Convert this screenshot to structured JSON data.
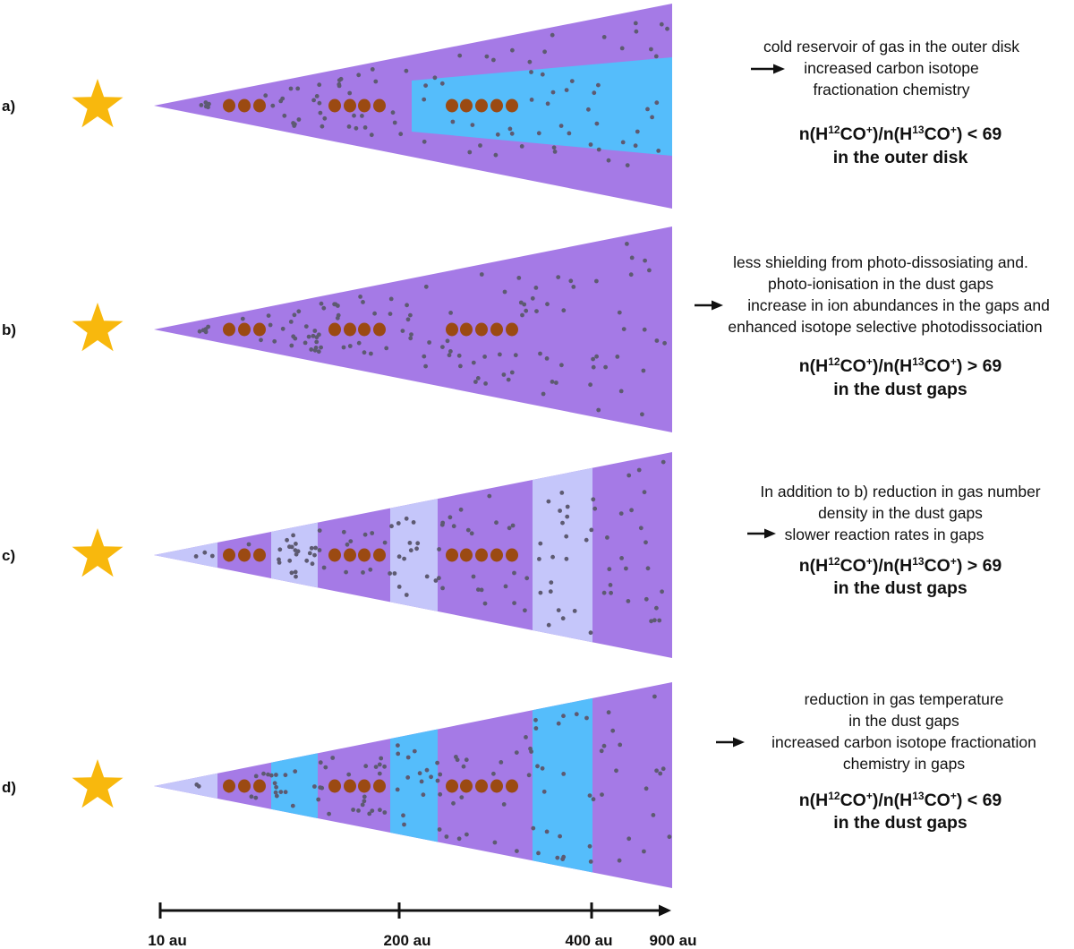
{
  "colors": {
    "disk": "#a57ae6",
    "cold_gas": "#55bdfb",
    "low_density_gap": "#c5c6fa",
    "cold_gap": "#55bdfb",
    "star": "#f8b80d",
    "dust_grain": "#9b4a12",
    "gas_dot": "#5d5a71",
    "text": "#111111"
  },
  "panels": [
    {
      "label": "a)",
      "star_icon": "star-icon",
      "description": [
        "cold reservoir of gas in the outer disk",
        "increased carbon isotope",
        "fractionation chemistry"
      ],
      "ratio": "n(H12CO+)/n(H13CO+) < 69",
      "ratio_parts": {
        "pre": "n(H",
        "iso1": "12",
        "mid": "CO",
        "plus1": "+",
        "mid2": ")/n(H",
        "iso2": "13",
        "mid3": "CO",
        "plus2": "+",
        "post": ") < 69"
      },
      "conclusion": "in the outer disk"
    },
    {
      "label": "b)",
      "star_icon": "star-icon",
      "description": [
        "less shielding from photo-dissosiating and.",
        "photo-ionisation in the dust gaps",
        "increase in ion abundances in the gaps and",
        "enhanced isotope selective photodissociation"
      ],
      "ratio": "n(H12CO+)/n(H13CO+) > 69",
      "ratio_parts": {
        "pre": "n(H",
        "iso1": "12",
        "mid": "CO",
        "plus1": "+",
        "mid2": ")/n(H",
        "iso2": "13",
        "mid3": "CO",
        "plus2": "+",
        "post": ") > 69"
      },
      "conclusion": "in the dust gaps"
    },
    {
      "label": "c)",
      "star_icon": "star-icon",
      "description": [
        "In addition to b) reduction in gas number",
        "density in the dust gaps",
        "slower reaction rates in gaps"
      ],
      "ratio": "n(H12CO+)/n(H13CO+) > 69",
      "ratio_parts": {
        "pre": "n(H",
        "iso1": "12",
        "mid": "CO",
        "plus1": "+",
        "mid2": ")/n(H",
        "iso2": "13",
        "mid3": "CO",
        "plus2": "+",
        "post": ") > 69"
      },
      "conclusion": "in the dust gaps"
    },
    {
      "label": "d)",
      "star_icon": "star-icon",
      "description": [
        "reduction in gas temperature",
        "in the dust gaps",
        "increased carbon isotope fractionation",
        "chemistry in gaps"
      ],
      "ratio": "n(H12CO+)/n(H13CO+) < 69",
      "ratio_parts": {
        "pre": "n(H",
        "iso1": "12",
        "mid": "CO",
        "plus1": "+",
        "mid2": ")/n(H",
        "iso2": "13",
        "mid3": "CO",
        "plus2": "+",
        "post": ") < 69"
      },
      "conclusion": "in the dust gaps"
    }
  ],
  "axis": {
    "tick_labels": [
      "10 au",
      "200 au",
      "400 au",
      "900 au"
    ]
  }
}
